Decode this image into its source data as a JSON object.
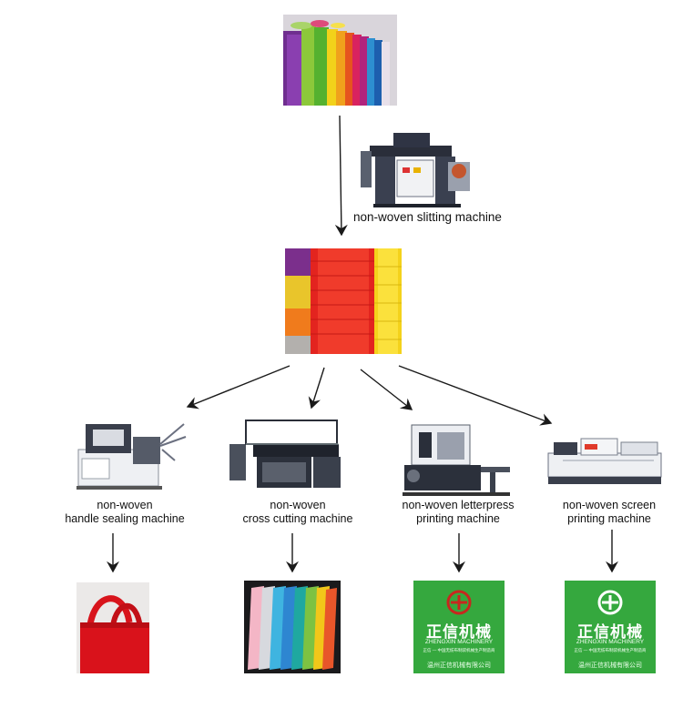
{
  "slitting_label": "non-woven slitting machine",
  "machines": [
    {
      "line1": "non-woven",
      "line2": "handle sealing machine"
    },
    {
      "line1": "non-woven",
      "line2": "cross cutting machine"
    },
    {
      "line1": "non-woven letterpress",
      "line2": "printing machine"
    },
    {
      "line1": "non-woven screen",
      "line2": "printing machine"
    }
  ],
  "print_samples": [
    {
      "cn": "正信机械",
      "en": "ZHENGXIN MACHINERY",
      "tagline": "正信 — 中国无纺布制袋机械生产制造商",
      "address": "温州正信机械有限公司"
    },
    {
      "cn": "正信机械",
      "en": "ZHENGXIN MACHINERY",
      "tagline": "正信 — 中国无纺布制袋机械生产制造商",
      "address": "温州正信机械有限公司"
    }
  ]
}
